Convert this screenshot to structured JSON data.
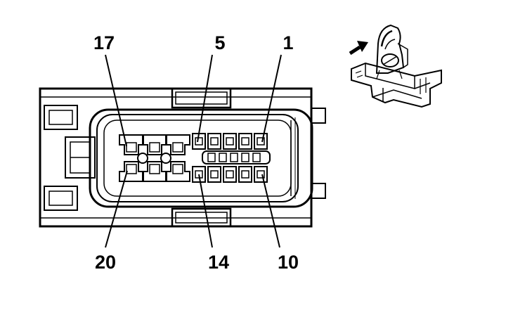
{
  "diagram": {
    "type": "connector-face-view",
    "pin_labels": {
      "pin17": "17",
      "pin5": "5",
      "pin1": "1",
      "pin20": "20",
      "pin14": "14",
      "pin10": "10"
    },
    "inset": {
      "content": "connector-isometric-view",
      "arrow_icon": "arrow-icon"
    }
  }
}
